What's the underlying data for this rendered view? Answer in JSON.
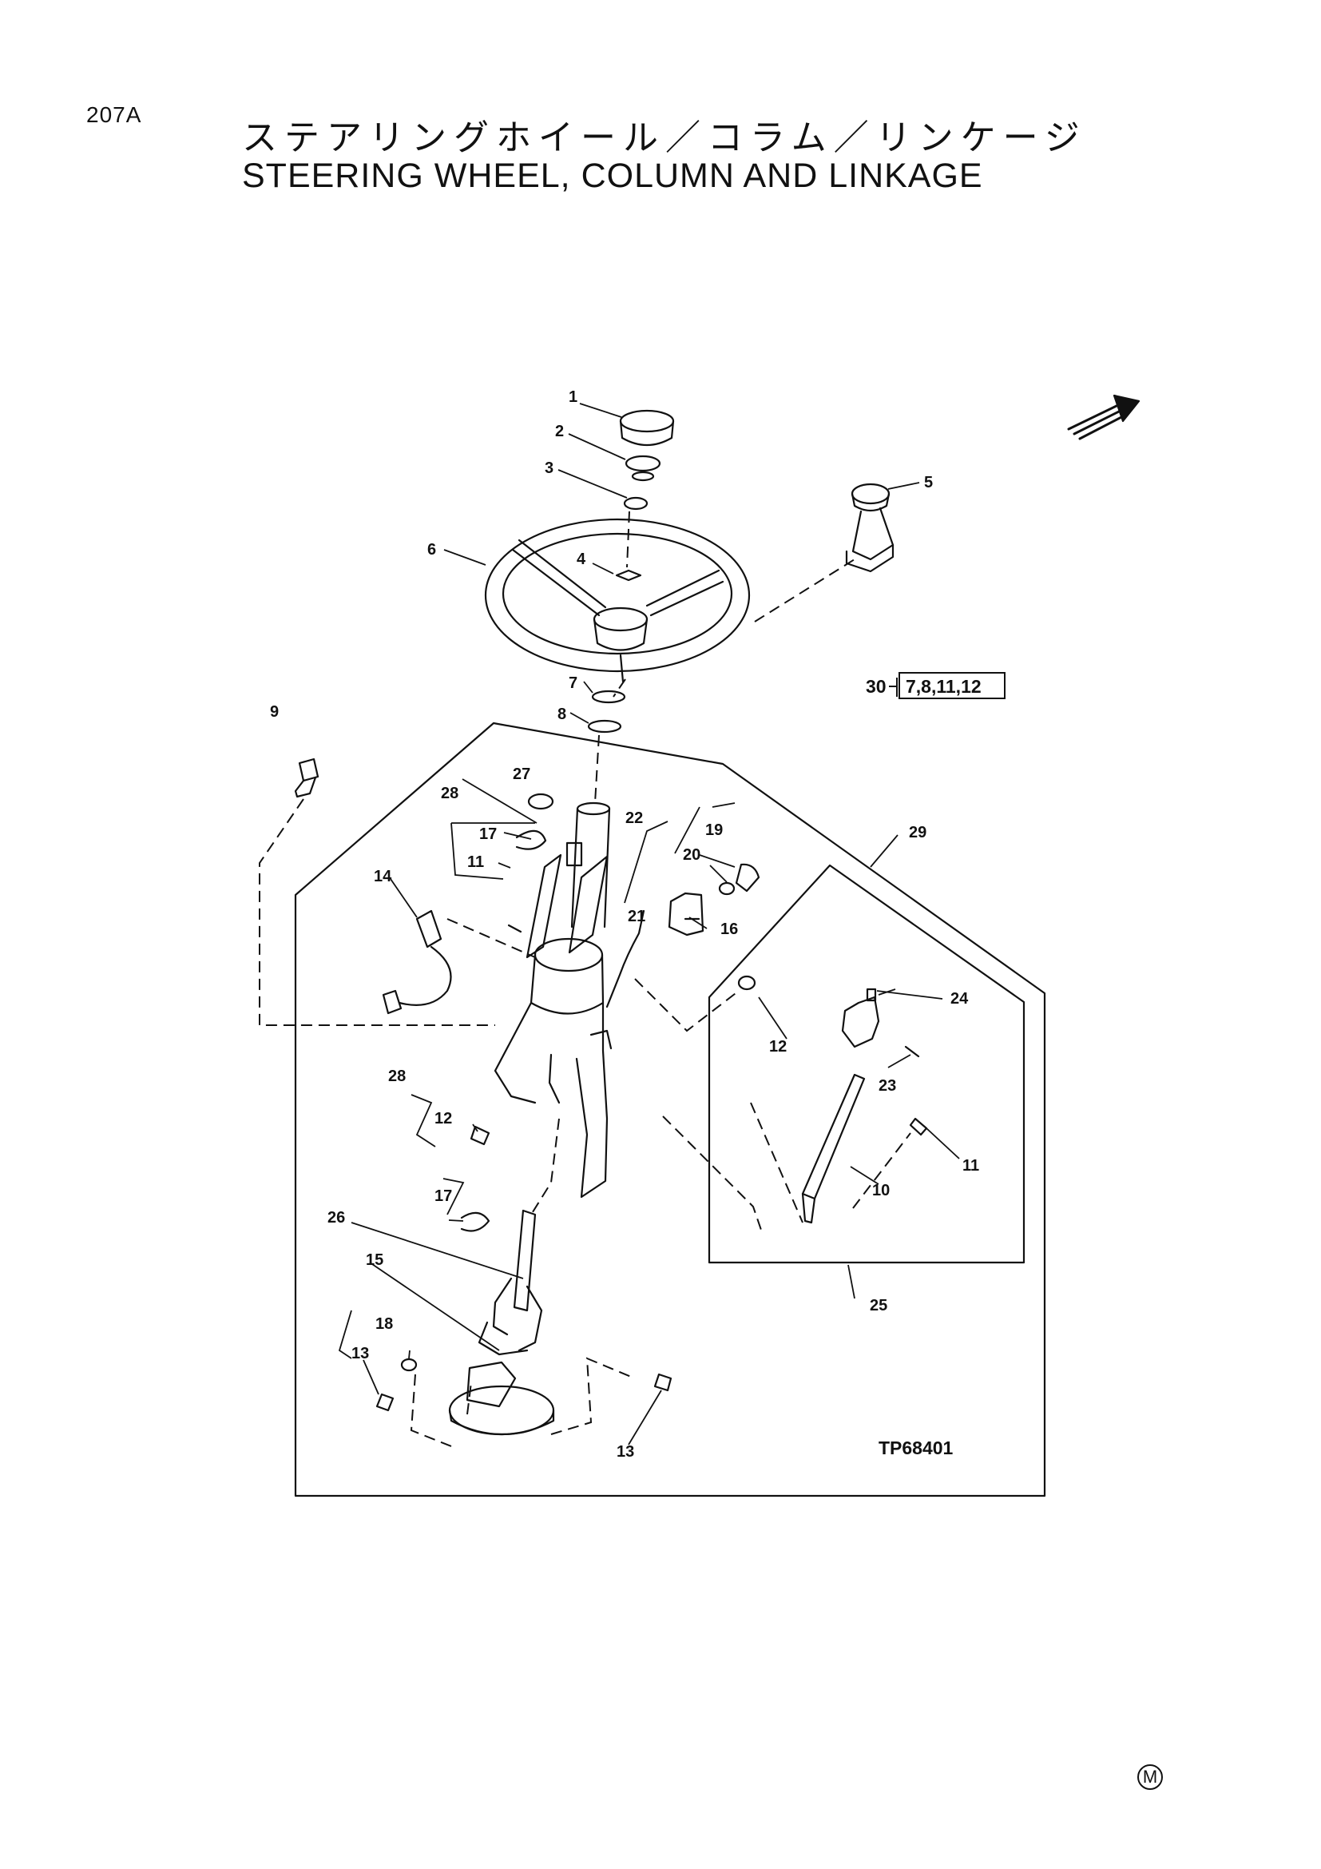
{
  "page_number": "207A",
  "title_jp": "ステアリングホイール／コラム／リンケージ",
  "title_en": "STEERING WHEEL, COLUMN AND LINKAGE",
  "figure_id": "TP68401",
  "kit_callout": {
    "number": "30",
    "parts": "7,8,11,12"
  },
  "corner_mark": "M",
  "labels": {
    "p1": "1",
    "p2": "2",
    "p3": "3",
    "p4": "4",
    "p5": "5",
    "p6": "6",
    "p7": "7",
    "p8": "8",
    "p9": "9",
    "p10": "10",
    "p11a": "11",
    "p11b": "11",
    "p12a": "12",
    "p12b": "12",
    "p13a": "13",
    "p13b": "13",
    "p14": "14",
    "p15": "15",
    "p16": "16",
    "p17a": "17",
    "p17b": "17",
    "p18": "18",
    "p19": "19",
    "p20": "20",
    "p21": "21",
    "p22": "22",
    "p23": "23",
    "p24": "24",
    "p25": "25",
    "p26": "26",
    "p27": "27",
    "p28a": "28",
    "p28b": "28",
    "p29": "29"
  },
  "icons": [
    "direction-arrow-icon",
    "circled-m-icon"
  ]
}
